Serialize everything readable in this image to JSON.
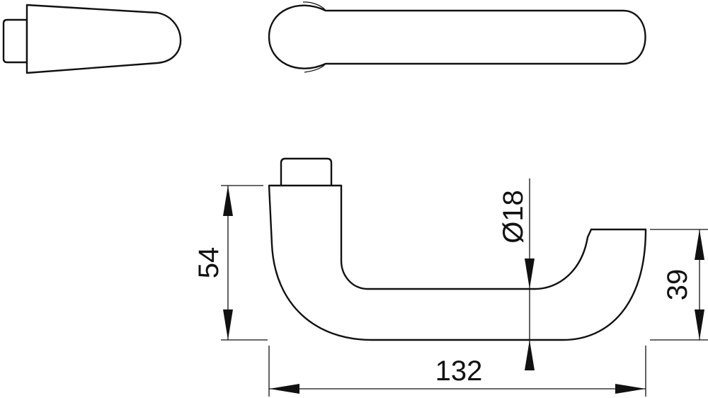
{
  "dimensions": {
    "height_left": "54",
    "diameter": "Ø18",
    "height_right": "39",
    "length": "132"
  }
}
